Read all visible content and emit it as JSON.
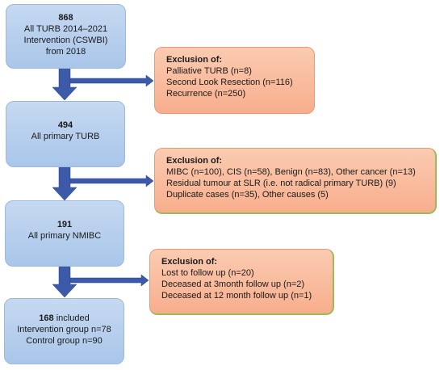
{
  "boxes": {
    "b1": {
      "count": "868",
      "l1": "All TURB 2014–2021",
      "l2": "Intervention (CSWBI)",
      "l3": "from 2018"
    },
    "b2": {
      "count": "494",
      "l1": "All primary TURB"
    },
    "b3": {
      "count": "191",
      "l1": "All primary NMIBC"
    },
    "b4": {
      "count": "168",
      "count_suffix": " included",
      "l1": "Intervention group n=78",
      "l2": "Control group n=90"
    }
  },
  "exclusions": {
    "e1": {
      "title": "Exclusion of:",
      "lines": [
        "Palliative TURB (n=8)",
        "Second Look Resection (n=116)",
        "Recurrence (n=250)"
      ]
    },
    "e2": {
      "title": "Exclusion of:",
      "lines": [
        "MIBC (n=100), CIS (n=58), Benign (n=83), Other cancer (n=13)",
        "Residual tumour at SLR (i.e. not radical primary TURB) (9)",
        "Duplicate cases (n=35), Other causes (5)"
      ]
    },
    "e3": {
      "title": "Exclusion of:",
      "lines": [
        "Lost to follow up (n=20)",
        "Deceased at 3month follow up (n=2)",
        "Deceased at 12 month follow up (n=1)"
      ]
    }
  },
  "colors": {
    "arrow": "#3d5aa8",
    "box_blue": "#b4cdee",
    "box_orange": "#f9b898"
  }
}
